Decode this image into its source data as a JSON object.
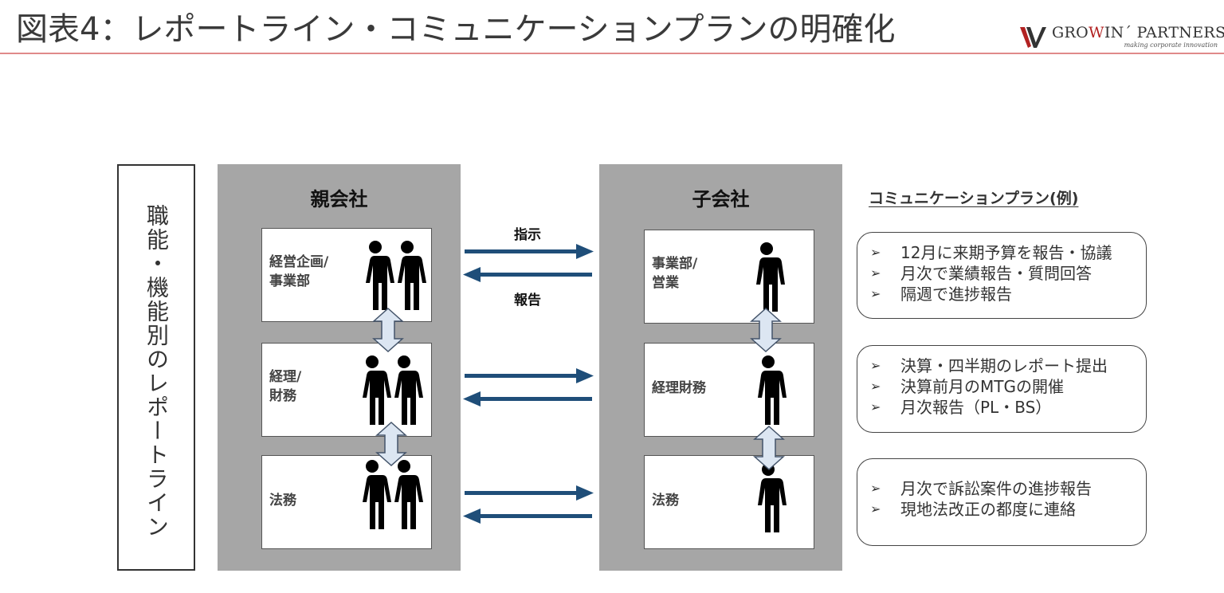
{
  "header": {
    "title": "図表4：レポートライン・コミュニケーションプランの明確化",
    "logo": {
      "name_prefix": "GRO",
      "name_red": "W",
      "name_suffix": "IN´ PARTNERS",
      "tagline": "making corporate innovation",
      "colors": {
        "red": "#b22222",
        "dark": "#333333"
      }
    },
    "rule_color": "#e08a8a"
  },
  "side_label": "職能・機能別のレポートライン",
  "parent": {
    "title": "親会社",
    "units": [
      {
        "label_line1": "経営企画/",
        "label_line2": "事業部",
        "icon": "two-people-icon"
      },
      {
        "label_line1": "経理/",
        "label_line2": "財務",
        "icon": "two-people-icon"
      },
      {
        "label_line1": "法務",
        "label_line2": "",
        "icon": "two-people-icon"
      }
    ]
  },
  "child": {
    "title": "子会社",
    "units": [
      {
        "label_line1": "事業部/",
        "label_line2": "営業",
        "icon": "person-icon"
      },
      {
        "label_line1": "経理財務",
        "label_line2": "",
        "icon": "person-icon"
      },
      {
        "label_line1": "法務",
        "label_line2": "",
        "icon": "person-icon"
      }
    ]
  },
  "flows": {
    "instruction_label": "指示",
    "report_label": "報告",
    "arrow_color": "#1f4e79",
    "vertical_arrow_fill": "#dce6f2"
  },
  "plan": {
    "heading": "コミュニケーションプラン(例)",
    "bullet_glyph": "➢",
    "boxes": [
      {
        "items": [
          "12月に来期予算を報告・協議",
          "月次で業績報告・質問回答",
          "隔週で進捗報告"
        ]
      },
      {
        "items": [
          "決算・四半期のレポート提出",
          "決算前月のMTGの開催",
          "月次報告（PL・BS）"
        ]
      },
      {
        "items": [
          "月次で訴訟案件の進捗報告",
          "現地法改正の都度に連絡"
        ]
      }
    ]
  }
}
